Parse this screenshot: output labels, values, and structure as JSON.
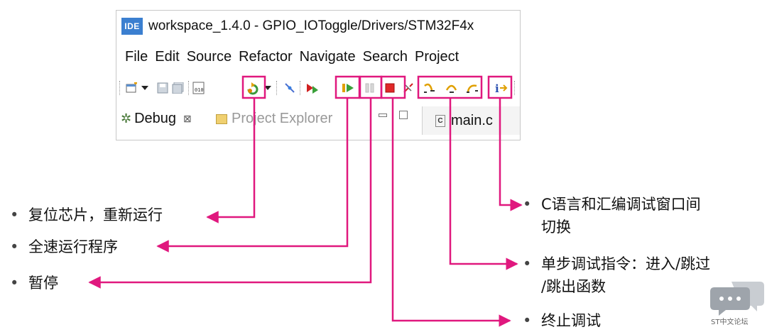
{
  "window": {
    "logo": "IDE",
    "title": "workspace_1.4.0 - GPIO_IOToggle/Drivers/STM32F4x"
  },
  "menu": [
    "File",
    "Edit",
    "Source",
    "Refactor",
    "Navigate",
    "Search",
    "Project"
  ],
  "tabs": {
    "debug": "Debug",
    "project_explorer": "Project Explorer",
    "editor": "main.c"
  },
  "annotations": {
    "reset": "复位芯片，重新运行",
    "resume": "全速运行程序",
    "suspend": "暂停",
    "terminate": "终止调试",
    "asm_line1": "C语言和汇编调试窗口间",
    "asm_line2": "切换",
    "step_line1": "单步调试指令：进入/跳过",
    "step_line2": "/跳出函数"
  },
  "bullet": "•",
  "watermark": "ST中文论坛",
  "colors": {
    "accent": "#e0187e",
    "ide_blue": "#3b7fd0"
  }
}
